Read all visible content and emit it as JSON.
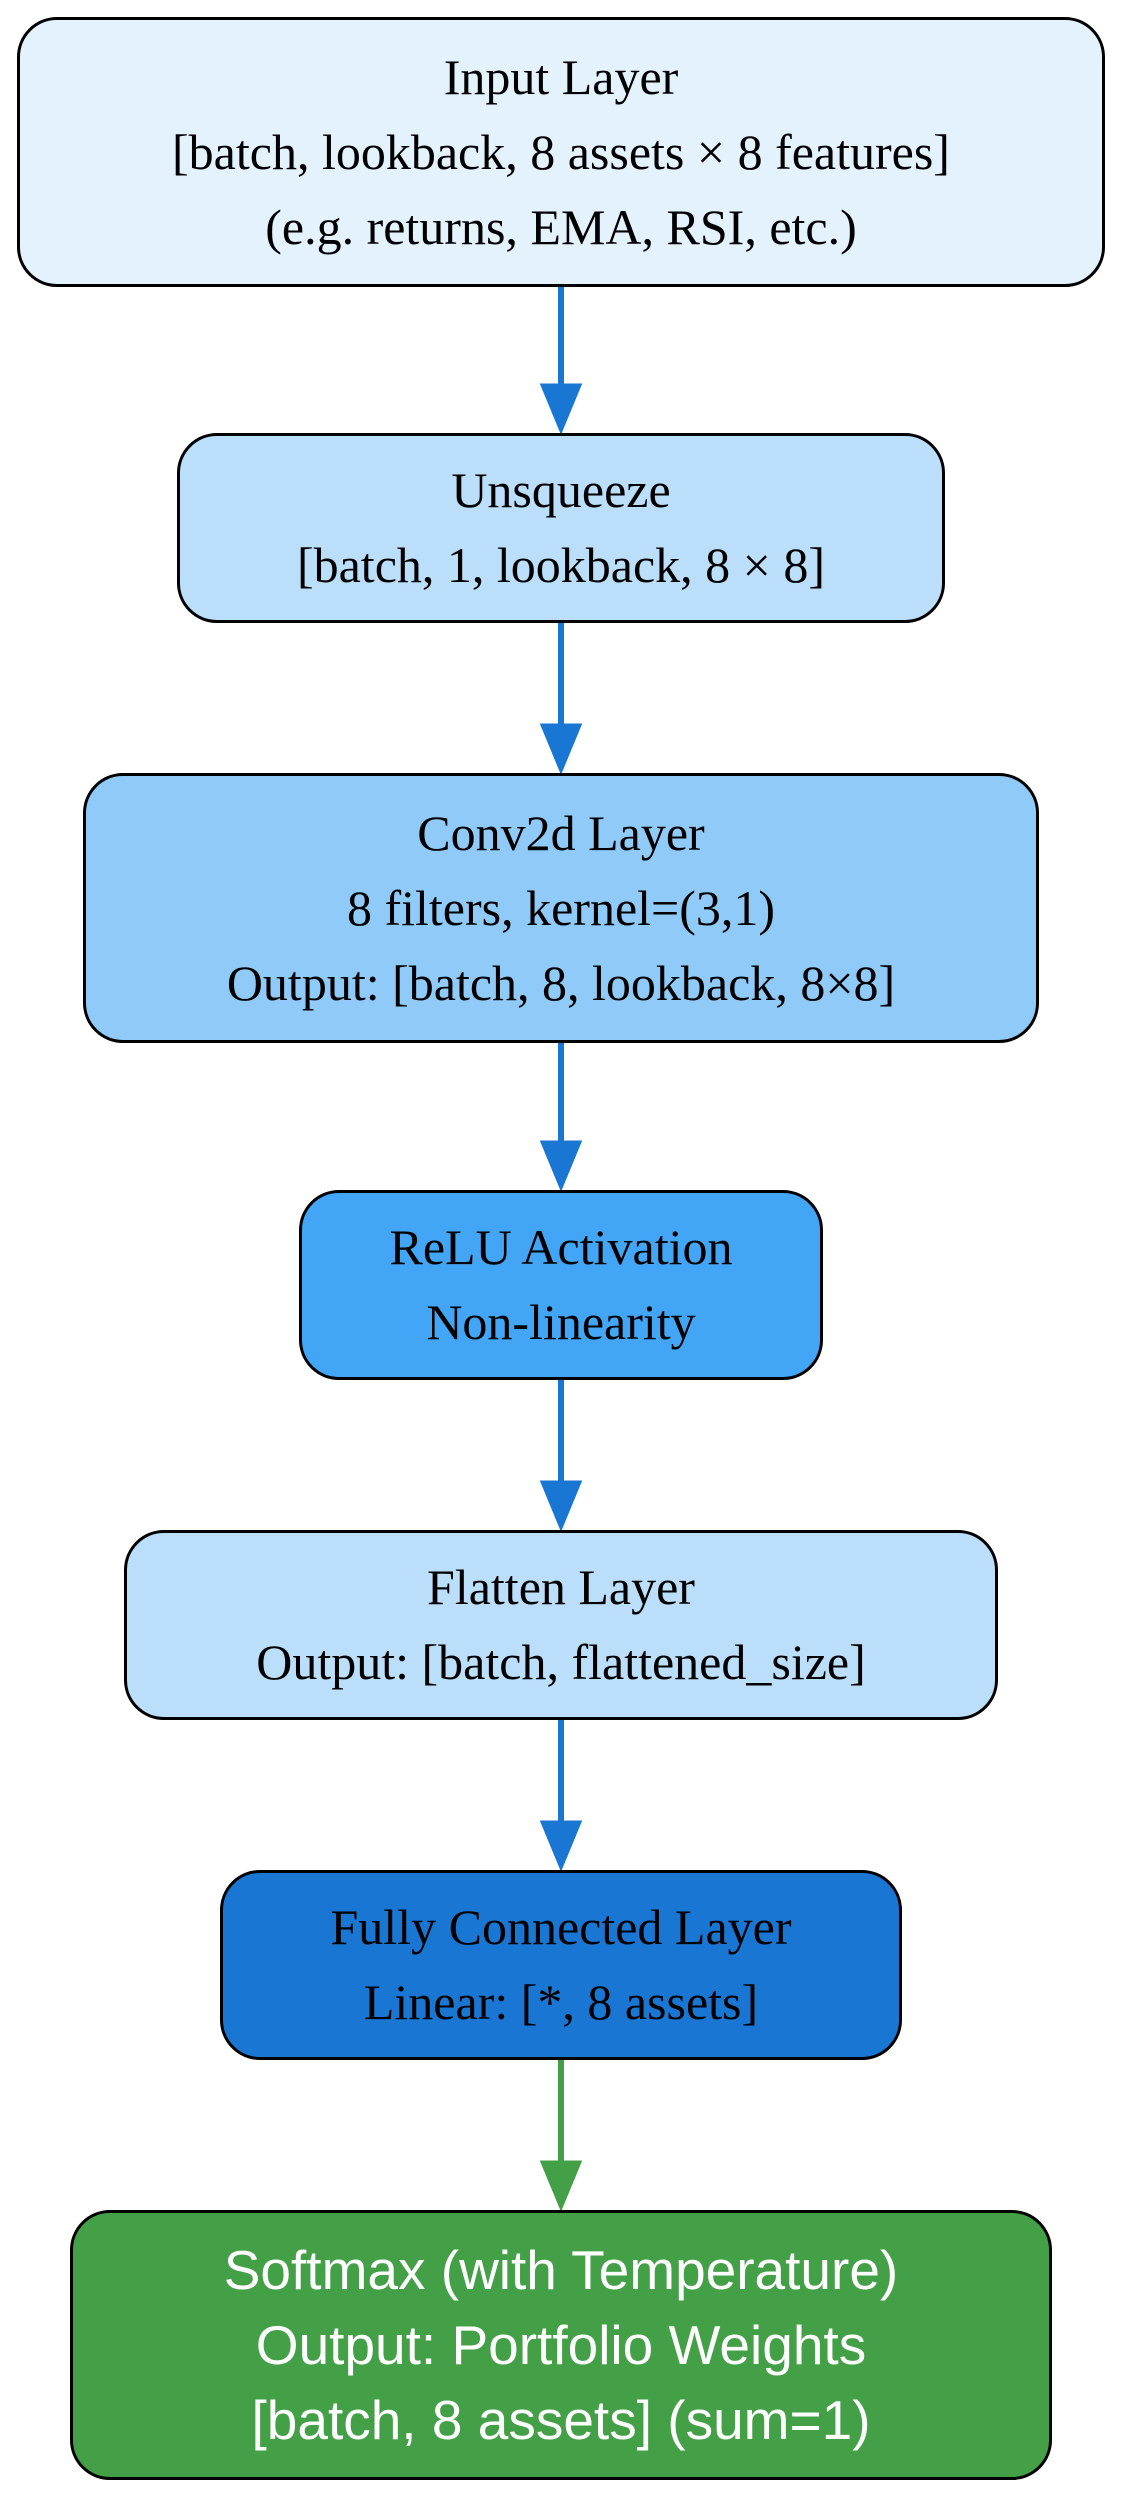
{
  "nodes": {
    "input": {
      "lines": [
        "Input Layer",
        "[batch, lookback, 8 assets × 8 features]",
        "(e.g. returns, EMA, RSI, etc.)"
      ],
      "fill": "#E3F2FD"
    },
    "unsqueeze": {
      "lines": [
        "Unsqueeze",
        "[batch, 1, lookback, 8 × 8]"
      ],
      "fill": "#BBDEFB"
    },
    "conv": {
      "lines": [
        "Conv2d Layer",
        "8 filters, kernel=(3,1)",
        "Output: [batch, 8, lookback, 8×8]"
      ],
      "fill": "#90CAF9"
    },
    "relu": {
      "lines": [
        "ReLU Activation",
        "Non-linearity"
      ],
      "fill": "#42A5F5"
    },
    "flatten": {
      "lines": [
        "Flatten Layer",
        "Output: [batch, flattened_size]"
      ],
      "fill": "#BBDEFB"
    },
    "fc": {
      "lines": [
        "Fully Connected Layer",
        "Linear: [*, 8 assets]"
      ],
      "fill": "#1976D2"
    },
    "softmax": {
      "lines": [
        "Softmax (with Temperature)",
        "Output: Portfolio Weights",
        "[batch, 8 assets] (sum=1)"
      ],
      "fill": "#43A047"
    }
  },
  "edges": [
    {
      "from": "input",
      "to": "unsqueeze",
      "color": "#1976D2"
    },
    {
      "from": "unsqueeze",
      "to": "conv",
      "color": "#1976D2"
    },
    {
      "from": "conv",
      "to": "relu",
      "color": "#1976D2"
    },
    {
      "from": "relu",
      "to": "flatten",
      "color": "#1976D2"
    },
    {
      "from": "flatten",
      "to": "fc",
      "color": "#1976D2"
    },
    {
      "from": "fc",
      "to": "softmax",
      "color": "#43A047"
    }
  ]
}
